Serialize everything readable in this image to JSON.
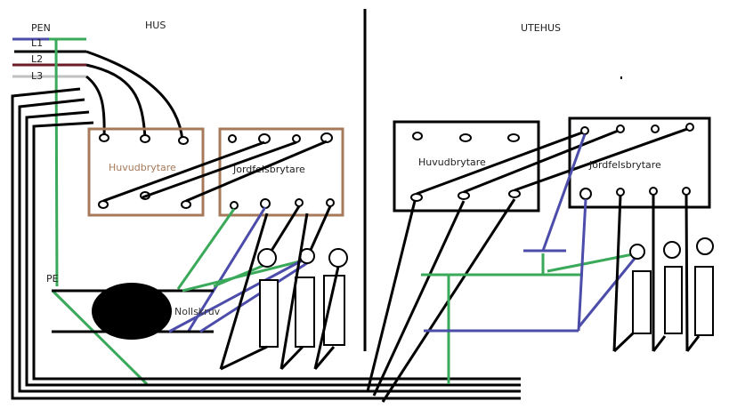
{
  "labels": {
    "pen": "PEN",
    "l1": "L1",
    "l2": "L2",
    "l3": "L3",
    "hus": "HUS",
    "utehus": "UTEHUS",
    "pe": "PE",
    "nollskruv": "Nollskruv"
  },
  "house_box": {
    "main_switch": "Huvudbrytare",
    "rcd": "Jordfelsbrytare"
  },
  "outhouse_box": {
    "main_switch": "Huvudbrytare",
    "rcd": "Jordfelsbrytare"
  },
  "colors": {
    "l1": "#4c4caa",
    "l2": "#6b1a26",
    "l3": "#c0c0c0",
    "earth": "#3aa95a",
    "house_box": "#a5795a"
  }
}
